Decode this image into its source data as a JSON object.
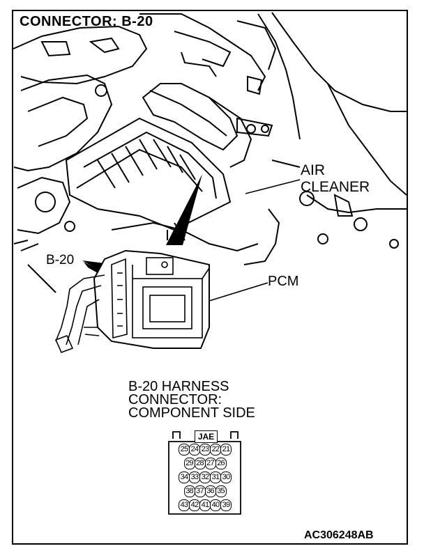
{
  "title": "CONNECTOR: B-20",
  "labels": {
    "b20": "B-20",
    "air_line1": "AIR",
    "air_line2": "CLEANER",
    "pcm": "PCM"
  },
  "harness": {
    "line1": "B-20 HARNESS",
    "line2": "CONNECTOR:",
    "line3": "COMPONENT SIDE",
    "maker": "JAE",
    "rows": [
      [
        "25",
        "24",
        "23",
        "22",
        "21"
      ],
      [
        "29",
        "28",
        "27",
        "26"
      ],
      [
        "34",
        "33",
        "32",
        "31",
        "30"
      ],
      [
        "38",
        "37",
        "36",
        "35"
      ],
      [
        "43",
        "42",
        "41",
        "40",
        "39"
      ]
    ]
  },
  "figure_code": "AC306248AB"
}
